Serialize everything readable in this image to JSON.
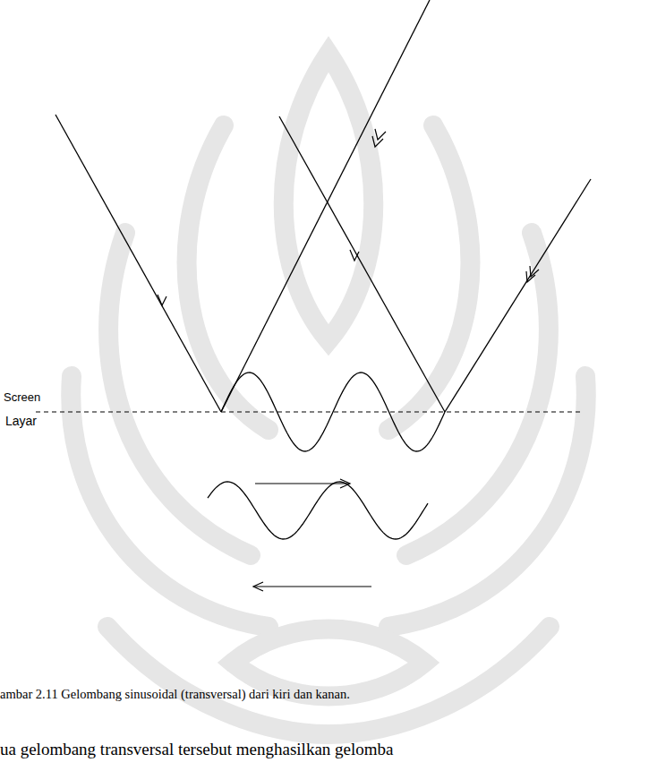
{
  "diagram": {
    "caption": "ambar 2.11  Gelombang sinusoidal (transversal) dari kiri dan kanan.",
    "labels": [
      "Screen",
      "Layar",
      "ua gelombang transversal tersebut menghasilkan gelomba"
    ]
  }
}
